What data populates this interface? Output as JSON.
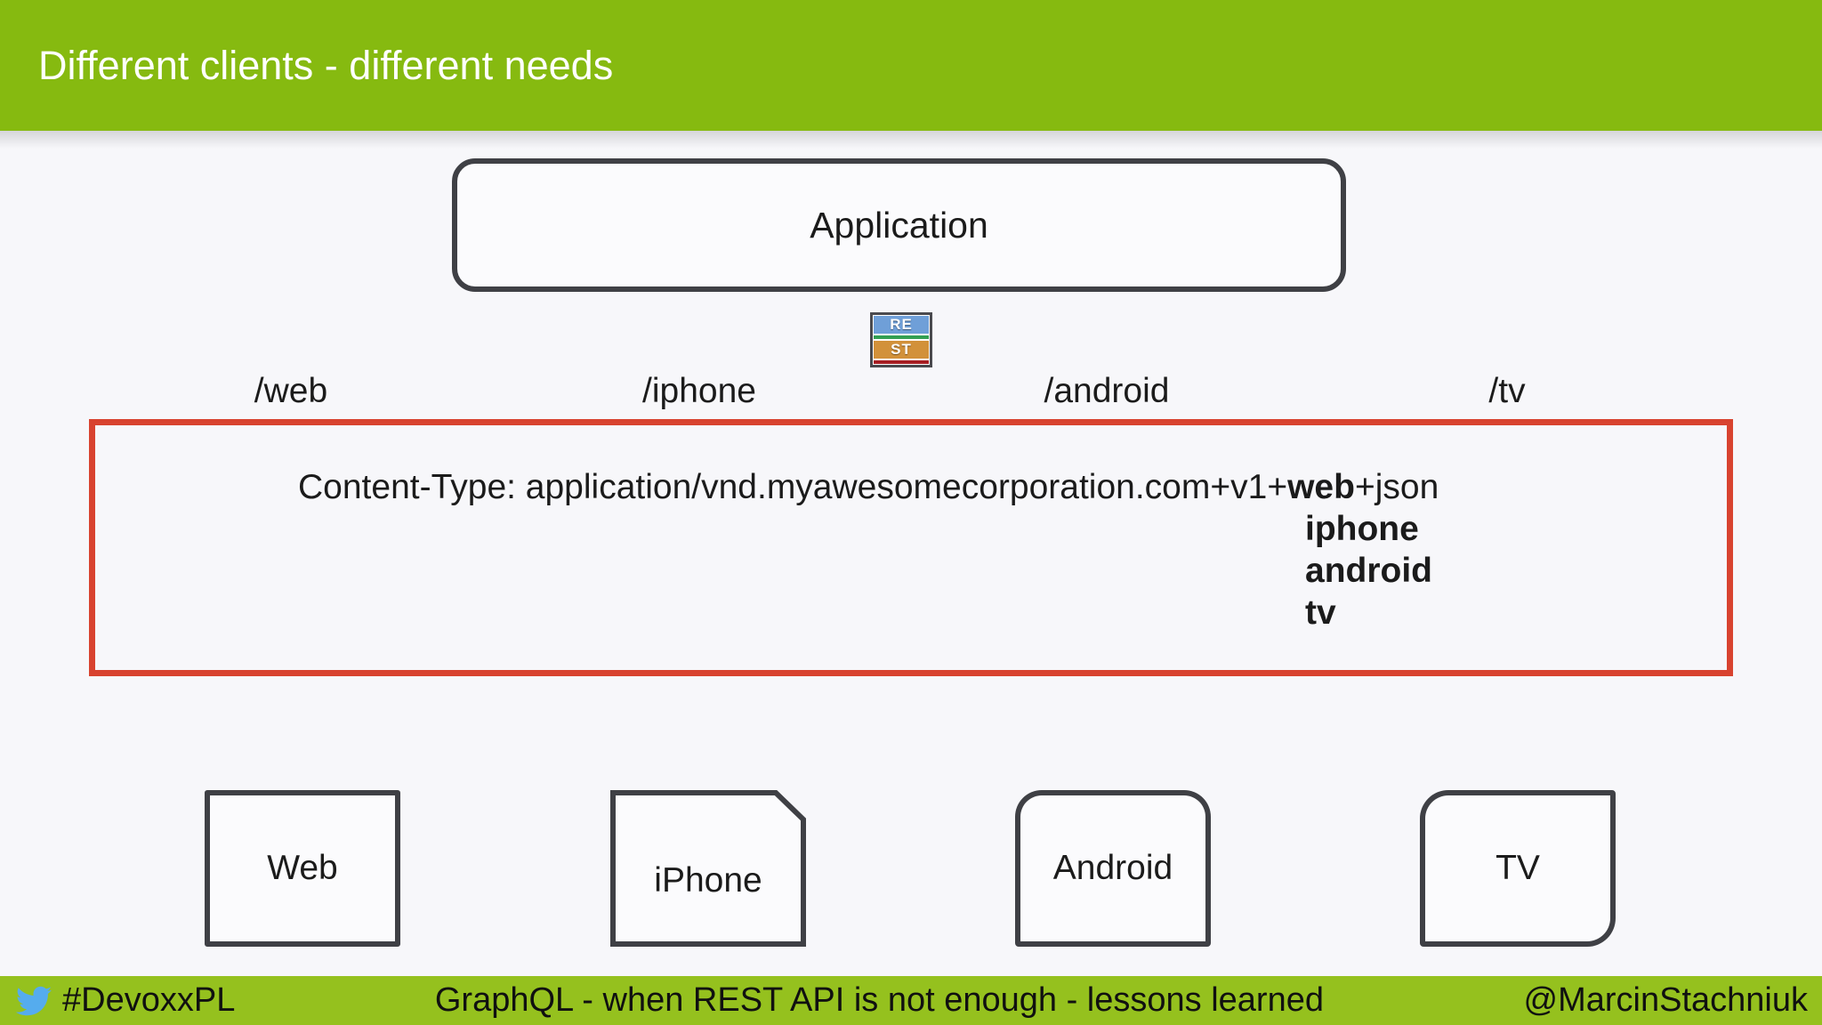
{
  "slide": {
    "title": "Different clients - different needs",
    "colors": {
      "header_green": "#86ba10",
      "footer_green": "#95c11e",
      "accent_red": "#d8432f",
      "box_border_dark": "#3f4045",
      "twitter_blue": "#55acee"
    }
  },
  "diagram": {
    "application_label": "Application",
    "rest_icon": {
      "line1": "RE",
      "line2": "ST",
      "stripe_colors": [
        "#6f9fd8",
        "#33a053",
        "#d2913a",
        "#a61d22"
      ]
    },
    "endpoints": [
      "/web",
      "/iphone",
      "/android",
      "/tv"
    ],
    "content_type": {
      "prefix": "Content-Type: application/vnd.myawesomecorporation.com+v1+",
      "variant": "web",
      "suffix": "+json",
      "alternatives": [
        "iphone",
        "android",
        "tv"
      ]
    },
    "clients": [
      "Web",
      "iPhone",
      "Android",
      "TV"
    ]
  },
  "footer": {
    "hashtag": "#DevoxxPL",
    "talk_title": "GraphQL - when REST API is not enough - lessons learned",
    "handle": "@MarcinStachniuk"
  }
}
